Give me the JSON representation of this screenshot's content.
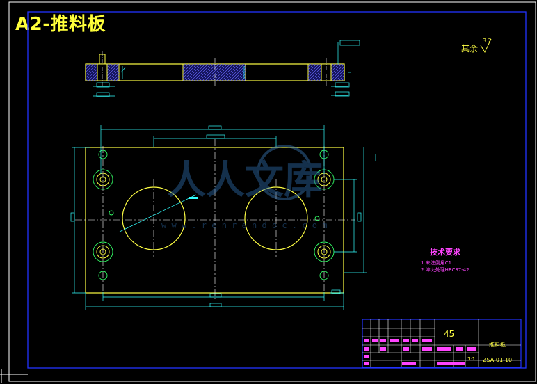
{
  "drawing": {
    "title": "A2-推料板",
    "roughness_note": "其余",
    "roughness_value": "3.2",
    "tech_req": {
      "heading": "技术要求",
      "items": [
        "1.未注倒角C1",
        "2.淬火处理HRC37-42"
      ]
    },
    "title_block": {
      "material": "45",
      "part_name": "推料板",
      "drawing_no": "ZSA-01-10",
      "scale": "1:1"
    },
    "watermark": {
      "text": "人人文库",
      "url": "w w w . r e n r e n d o c . c o m"
    }
  },
  "colors": {
    "background": "#000000",
    "frame": "#ffffff",
    "border": "#2233ff",
    "outline": "#ffff44",
    "dimension": "#33ffff",
    "centerline": "#ffffff",
    "hatch": "#6666ff",
    "annotation": "#ff44ff",
    "title": "#ffff3a"
  }
}
